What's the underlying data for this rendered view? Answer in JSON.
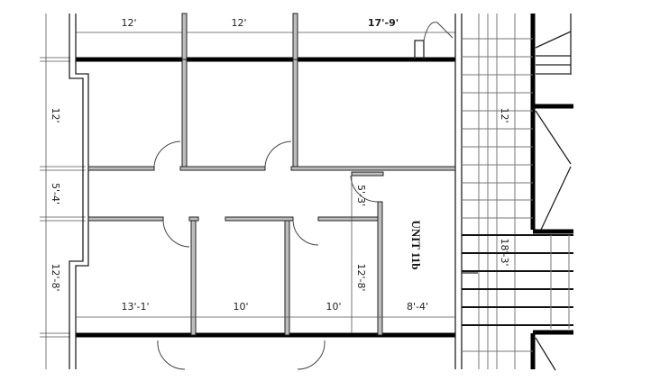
{
  "plan": {
    "unit_label": "UNIT 11b",
    "top_dimensions": [
      "12'",
      "12'",
      "17'-9'"
    ],
    "left_dimensions": [
      "12'",
      "5'-4'",
      "12'-8'"
    ],
    "bottom_dimensions": [
      "13'-1'",
      "10'",
      "10'",
      "8'-4'"
    ],
    "interior_dimensions": {
      "vestibule_depth": "5'-3'",
      "office_depth": "12'-8'"
    },
    "stair_dimensions": {
      "upper_flight": "12'",
      "lower_flight": "18'-3'"
    }
  }
}
